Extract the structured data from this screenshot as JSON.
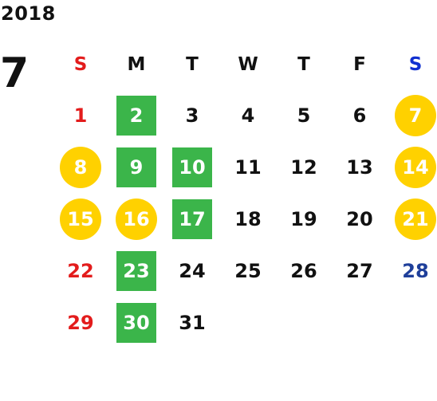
{
  "year": "2018",
  "month": "7",
  "weekdays": [
    "S",
    "M",
    "T",
    "W",
    "T",
    "F",
    "S"
  ],
  "weeks": [
    [
      "",
      "2",
      "3",
      "4",
      "5",
      "6",
      "7"
    ],
    [
      "8",
      "9",
      "10",
      "11",
      "12",
      "13",
      "14"
    ],
    [
      "15",
      "16",
      "17",
      "18",
      "19",
      "20",
      "21"
    ],
    [
      "22",
      "23",
      "24",
      "25",
      "26",
      "27",
      "28"
    ],
    [
      "29",
      "30",
      "31",
      "",
      "",
      "",
      ""
    ]
  ],
  "first_day": "1",
  "colors": {
    "green_highlight": "#3bb54a",
    "yellow_highlight": "#ffd100",
    "sunday_red": "#e31c1c",
    "saturday_blue": "#1030d0"
  }
}
